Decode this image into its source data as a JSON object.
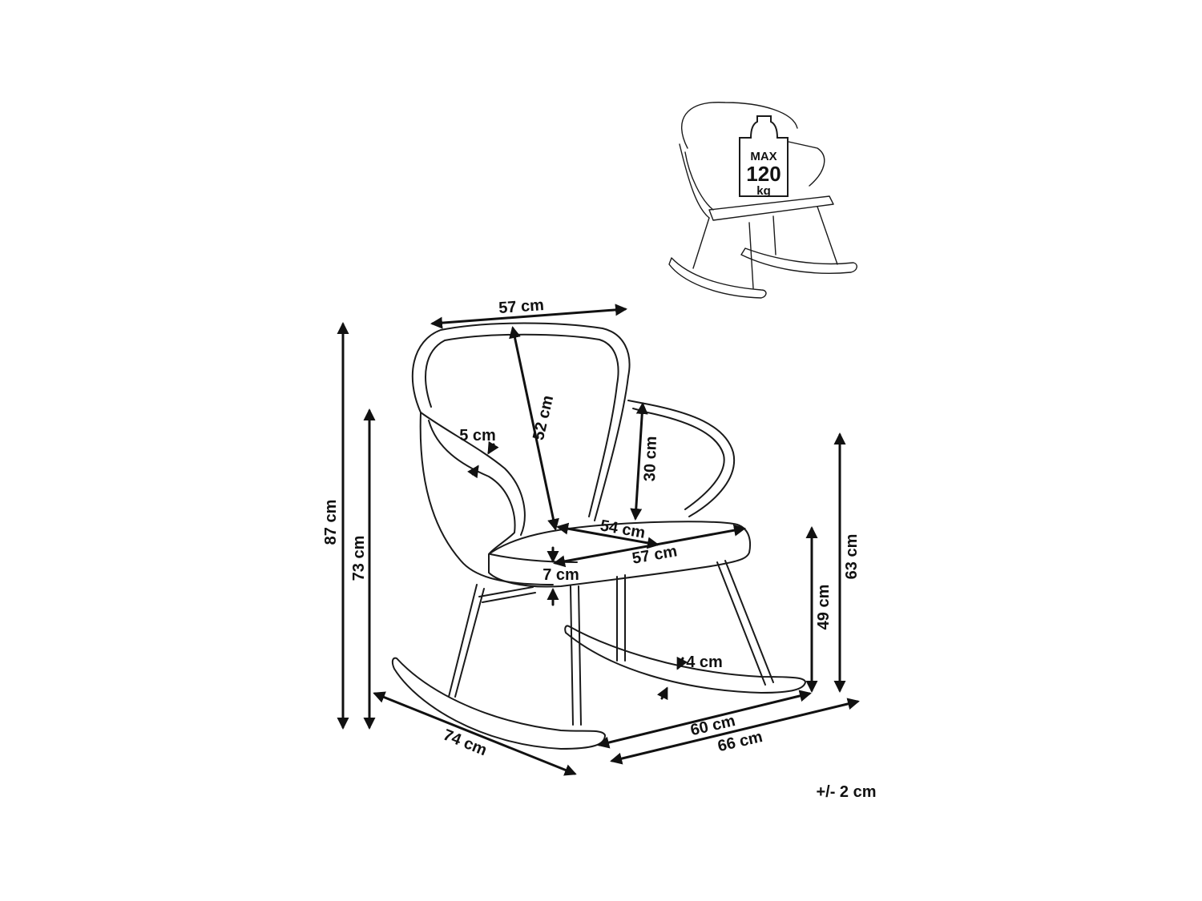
{
  "weight_badge": {
    "line1": "MAX",
    "line2": "120",
    "line3": "kg"
  },
  "tolerance": "+/- 2 cm",
  "dimensions": {
    "back_width": "57 cm",
    "back_height": "52 cm",
    "backrest_thickness": "5 cm",
    "armrest_height": "30 cm",
    "seat_depth": "54 cm",
    "seat_width": "57 cm",
    "seat_thickness": "7 cm",
    "total_height": "87 cm",
    "armrest_total_height": "73 cm",
    "armrest_floor_height": "63 cm",
    "seat_height": "49 cm",
    "runner_thickness": "4 cm",
    "runner_width": "60 cm",
    "total_width": "66 cm",
    "total_depth": "74 cm"
  },
  "colors": {
    "line": "#1a1a1a",
    "background": "#ffffff"
  }
}
